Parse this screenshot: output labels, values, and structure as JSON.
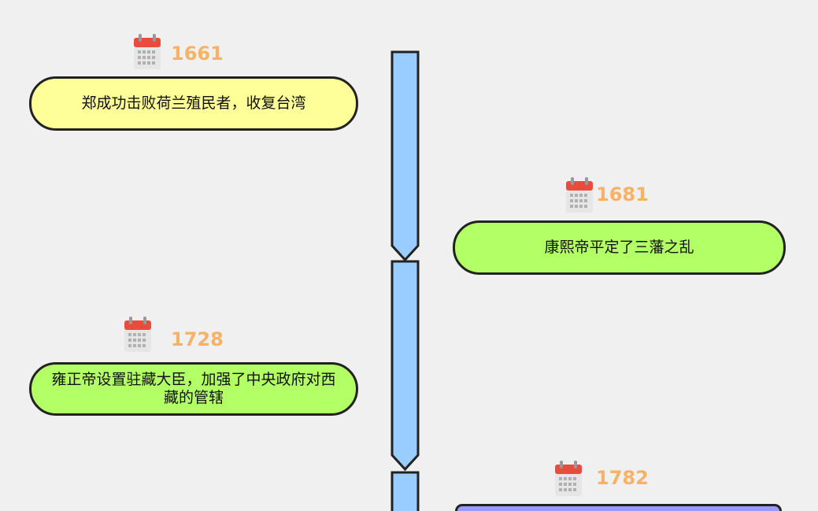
{
  "colors": {
    "background": "#f0f0f0",
    "spine": "#99ccff",
    "year": "#f7b267",
    "event_yellow": "#ffff99",
    "event_green": "#b3ff66",
    "event_purple": "#9999ff"
  },
  "events": [
    {
      "year": "1661",
      "text": "郑成功击败荷兰殖民者，收复台湾",
      "color": "#ffff99"
    },
    {
      "year": "1681",
      "text": "康熙帝平定了三藩之乱",
      "color": "#b3ff66"
    },
    {
      "year": "1728",
      "text": "雍正帝设置驻藏大臣，加强了中央政府对西藏的管辖",
      "color": "#b3ff66"
    },
    {
      "year": "1782",
      "text": "",
      "color": "#9999ff"
    }
  ],
  "icons": {
    "calendar": "calendar-icon"
  }
}
